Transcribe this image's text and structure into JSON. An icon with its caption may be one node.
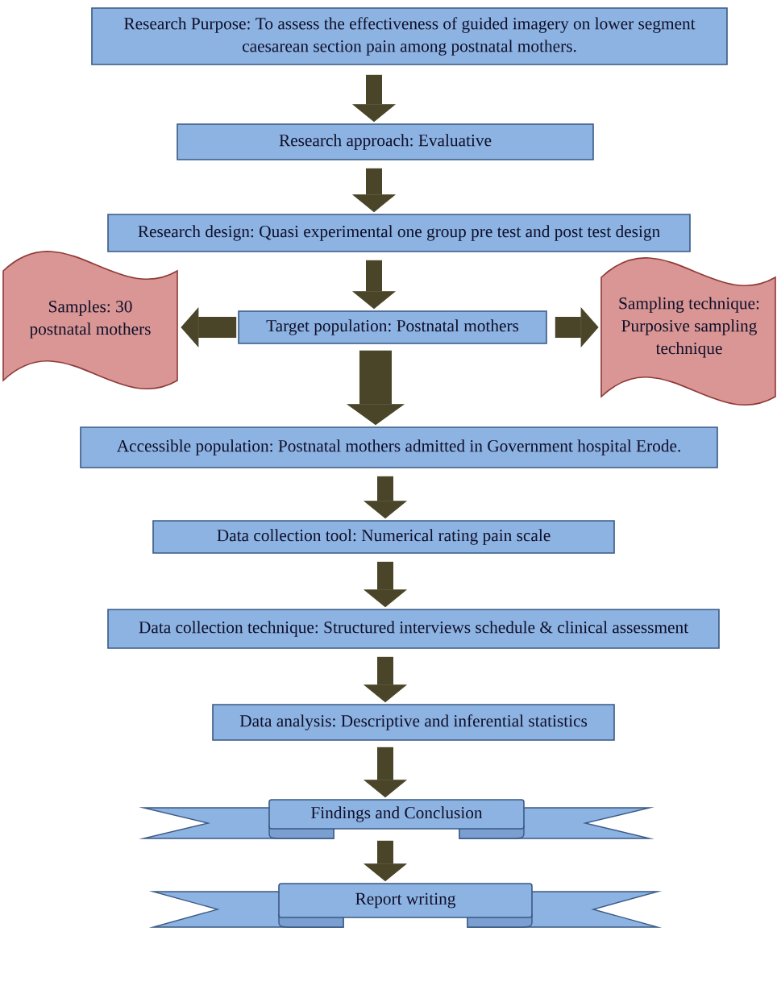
{
  "diagram": {
    "nodes": [
      {
        "text": [
          "Research Purpose: To assess the effectiveness of guided imagery on lower segment caesarean section pain among postnatal mothers."
        ]
      },
      {
        "text": [
          "Research approach: Evaluative"
        ]
      },
      {
        "text": [
          "Research design: Quasi experimental one group pre test and post test design"
        ]
      },
      {
        "text": [
          "Samples: 30 postnatal mothers"
        ]
      },
      {
        "text": [
          "Target population: Postnatal mothers"
        ]
      },
      {
        "text": [
          "Sampling technique: Purposive sampling technique"
        ]
      },
      {
        "text": [
          "Accessible population: Postnatal mothers admitted in Government hospital Erode."
        ]
      },
      {
        "text": [
          "Data collection tool: Numerical rating pain scale"
        ]
      },
      {
        "text": [
          "Data collection technique: Structured interviews schedule & clinical assessment"
        ]
      },
      {
        "text": [
          "Data analysis: Descriptive and inferential statistics"
        ]
      },
      {
        "text": [
          "Findings and Conclusion"
        ]
      },
      {
        "text": [
          "Report writing"
        ]
      }
    ],
    "edges": [
      {
        "from": 0,
        "to": 1,
        "arrow": "to"
      },
      {
        "from": 1,
        "to": 2,
        "arrow": "to"
      },
      {
        "from": 2,
        "to": 4,
        "arrow": "to"
      },
      {
        "from": 4,
        "to": 3,
        "arrow": "to"
      },
      {
        "from": 4,
        "to": 5,
        "arrow": "to"
      },
      {
        "from": 4,
        "to": 6,
        "arrow": "to",
        "style": "thick"
      },
      {
        "from": 6,
        "to": 7,
        "arrow": "to"
      },
      {
        "from": 7,
        "to": 8,
        "arrow": "to"
      },
      {
        "from": 8,
        "to": 9,
        "arrow": "to"
      },
      {
        "from": 9,
        "to": 10,
        "arrow": "to"
      },
      {
        "from": 10,
        "to": 11,
        "arrow": "to"
      }
    ]
  }
}
